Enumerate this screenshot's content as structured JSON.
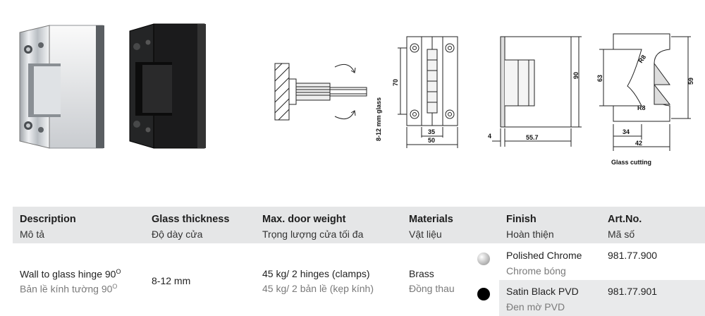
{
  "drawings": {
    "dims": {
      "d70": "70",
      "d8_12": "8-12 mm glass",
      "d35": "35",
      "d50": "50",
      "d90": "90",
      "d4": "4",
      "d55_7": "55.7",
      "d63": "63",
      "d59": "59",
      "r8a": "R8",
      "r8b": "R8",
      "d34": "34",
      "d42": "42"
    },
    "caption": "Glass cutting"
  },
  "table": {
    "headers": [
      {
        "en": "Description",
        "vn": "Mô tả"
      },
      {
        "en": "Glass thickness",
        "vn": "Độ dày cửa"
      },
      {
        "en": "Max. door weight",
        "vn": "Trọng lượng cửa tối đa"
      },
      {
        "en": "Materials",
        "vn": "Vật liệu"
      },
      {
        "en": "Finish",
        "vn": "Hoàn thiện"
      },
      {
        "en": "Art.No.",
        "vn": "Mã số"
      }
    ],
    "description": {
      "en": "Wall to glass hinge 90",
      "vn": "Bản lề kính tường 90",
      "degree": "O"
    },
    "glass_thickness": "8-12 mm",
    "door_weight": {
      "en": "45 kg/ 2 hinges (clamps)",
      "vn": "45 kg/ 2 bản lề (kẹp kính)"
    },
    "materials": {
      "en": "Brass",
      "vn": "Đồng thau"
    },
    "finishes": [
      {
        "en": "Polished Chrome",
        "vn": "Chrome bóng",
        "art_no": "981.77.900",
        "swatch": "#c8c8c8"
      },
      {
        "en": "Satin Black PVD",
        "vn": "Đen mờ PVD",
        "art_no": "981.77.901",
        "swatch": "#000000"
      }
    ]
  }
}
